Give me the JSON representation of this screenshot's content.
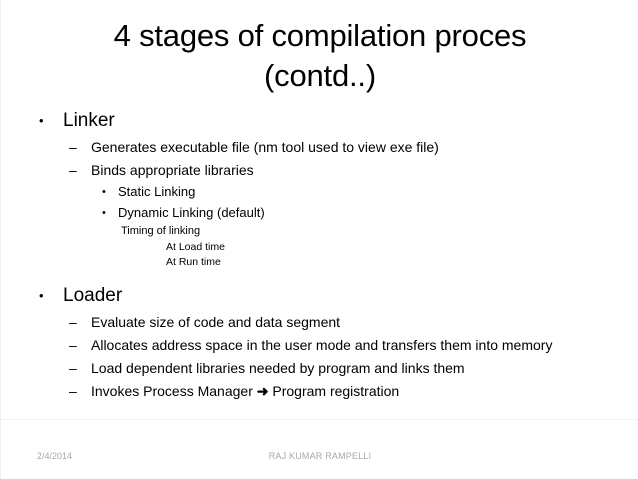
{
  "slide": {
    "title_lines": [
      "4 stages of compilation proces",
      "(contd..)"
    ],
    "bullet_glyph": "•",
    "dash_glyph": "–",
    "arrow_glyph": "➜",
    "content": [
      {
        "level": 1,
        "text": "Linker"
      },
      {
        "level": 2,
        "text": "Generates executable file (nm tool used to view exe file)"
      },
      {
        "level": 2,
        "text": "Binds appropriate libraries"
      },
      {
        "level": 3,
        "text": "Static Linking"
      },
      {
        "level": 3,
        "text": "Dynamic Linking (default)"
      },
      {
        "level": 4,
        "text": "Timing of linking"
      },
      {
        "level": 5,
        "text": "At Load time"
      },
      {
        "level": 5,
        "text": "At Run time"
      },
      {
        "level": 1,
        "text": "Loader"
      },
      {
        "level": 2,
        "text": "Evaluate size of code and data segment"
      },
      {
        "level": 2,
        "text": "Allocates address space in the user mode and transfers them into memory"
      },
      {
        "level": 2,
        "text": "Load dependent libraries needed by program and links them"
      },
      {
        "level": 2,
        "text_before_arrow": "Invokes Process Manager ",
        "text_after_arrow": " Program registration"
      }
    ],
    "footer": {
      "date": "2/4/2014",
      "author": "RAJ KUMAR RAMPELLI"
    },
    "colors": {
      "background": "#ffffff",
      "text": "#000000",
      "footer_text": "#a8a8a8",
      "divider": "#f2f2f2"
    }
  }
}
